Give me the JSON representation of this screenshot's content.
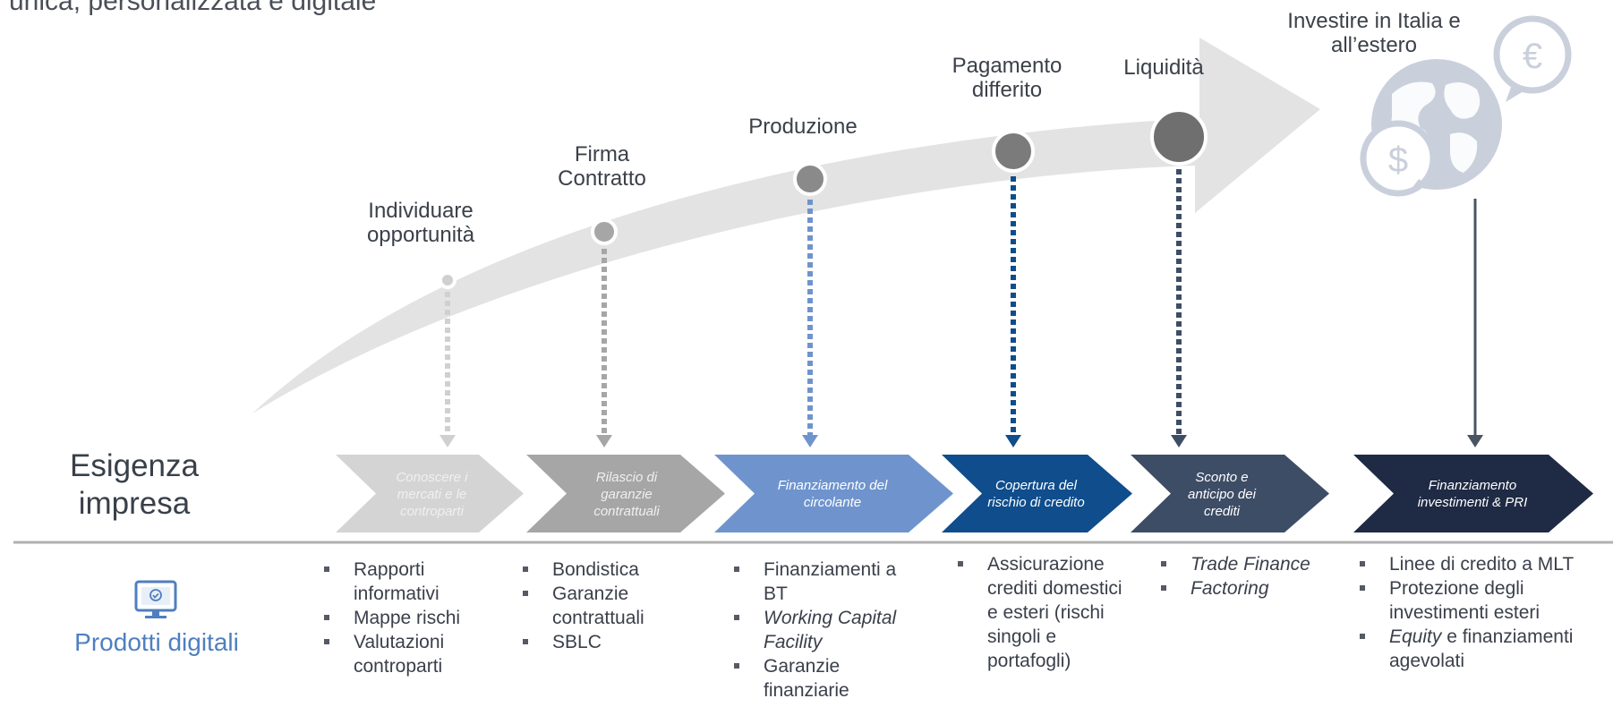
{
  "header": {
    "subtitle_fragment": "unica, personalizzata e digitale"
  },
  "stages": [
    {
      "label": "Individuare opportunità"
    },
    {
      "label": "Firma Contratto"
    },
    {
      "label": "Produzione"
    },
    {
      "label": "Pagamento differito"
    },
    {
      "label": "Liquidità"
    },
    {
      "label": "Investire in Italia e all’estero"
    }
  ],
  "needs": {
    "title": "Esigenza impresa",
    "chevrons": [
      {
        "text": "Conoscere i mercati e le controparti",
        "color": "#d4d4d4"
      },
      {
        "text": "Rilascio di garanzie contrattuali",
        "color": "#a6a6a6"
      },
      {
        "text": "Finanziamento del circolante",
        "color": "#6f94cd"
      },
      {
        "text": "Copertura del rischio di credito",
        "color": "#0f4d8c"
      },
      {
        "text": "Sconto e anticipo dei crediti",
        "color": "#3e4d66"
      },
      {
        "text": "Finanziamento investimenti & PRI",
        "color": "#1f2a44"
      }
    ]
  },
  "products": {
    "title": "Prodotti digitali",
    "icon": "monitor-check-icon",
    "columns": [
      {
        "items": [
          {
            "text": "Rapporti informativi"
          },
          {
            "text": "Mappe rischi"
          },
          {
            "text": "Valutazioni controparti"
          }
        ]
      },
      {
        "items": [
          {
            "text": "Bondistica"
          },
          {
            "text": "Garanzie contrattuali"
          },
          {
            "text": "SBLC"
          }
        ]
      },
      {
        "items": [
          {
            "text": "Finanziamenti a BT"
          },
          {
            "text": "Working Capital Facility"
          },
          {
            "text": "Garanzie finanziarie"
          }
        ]
      },
      {
        "items": [
          {
            "text": "Assicurazione crediti domestici e esteri (rischi singoli e portafogli)"
          }
        ]
      },
      {
        "items": [
          {
            "text": "Trade Finance"
          },
          {
            "text": "Factoring"
          }
        ]
      },
      {
        "items": [
          {
            "text": "Linee di credito a MLT"
          },
          {
            "text": "Protezione degli investimenti esteri"
          },
          {
            "em": "Equity",
            "rest": " e finanziamenti agevolati"
          }
        ]
      }
    ]
  },
  "globe": {
    "icon": "globe-currency-icon",
    "coin_left": "$",
    "coin_right": "€"
  }
}
